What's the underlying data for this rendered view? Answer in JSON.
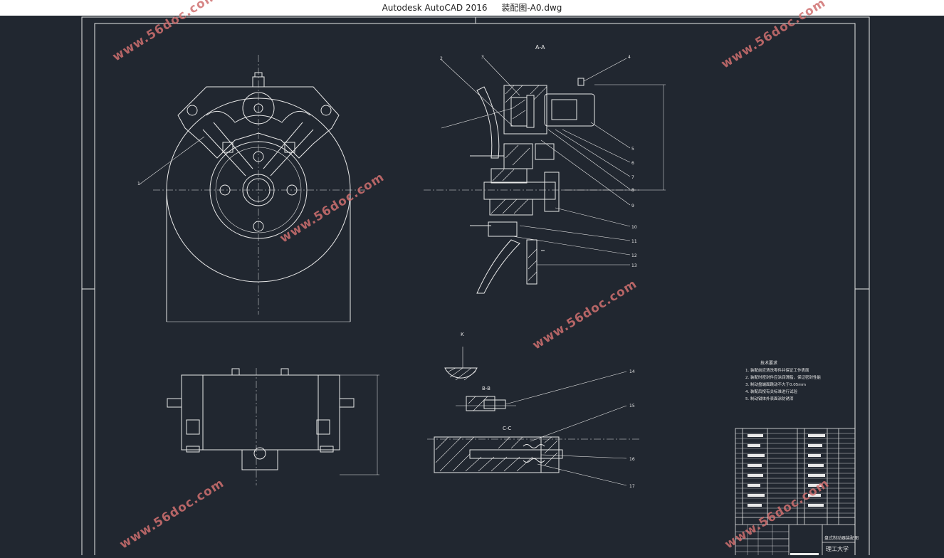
{
  "window": {
    "app_title": "Autodesk AutoCAD 2016",
    "doc_title": "装配图-A0.dwg"
  },
  "drawing": {
    "section_aa": "A-A",
    "section_bb": "B-B",
    "section_cc": "C-C",
    "view_k": "K",
    "callouts": [
      "1",
      "2",
      "3",
      "4",
      "5",
      "6",
      "7",
      "8",
      "9",
      "10",
      "11",
      "12",
      "13",
      "14",
      "15",
      "16",
      "17"
    ],
    "tech_title": "技术要求",
    "tech_lines": [
      "1. 装配前应清洗零件并保证工作表面",
      "2. 装配时密封件应涂润滑脂，保证密封性能",
      "3. 制动盘端面跳动不大于0.05mm",
      "4. 装配后按有关标准进行试验",
      "5. 制动钳体外表面涂防锈漆"
    ],
    "title_block": {
      "school": "理工大学",
      "title": "盘式制动器装配图"
    }
  },
  "watermark": "www.56doc.com"
}
